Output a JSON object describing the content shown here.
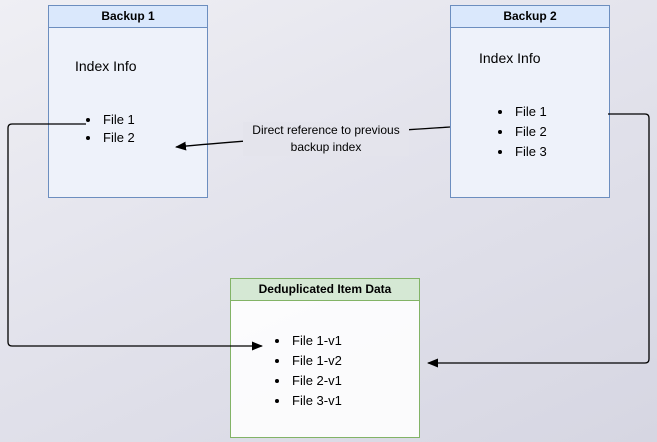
{
  "diagram": {
    "backup1": {
      "title": "Backup 1",
      "section_label": "Index Info",
      "files": [
        "File 1",
        "File 2"
      ]
    },
    "backup2": {
      "title": "Backup 2",
      "section_label": "Index Info",
      "files": [
        "File 1",
        "File 2",
        "File 3"
      ]
    },
    "dedup": {
      "title": "Deduplicated Item Data",
      "items": [
        "File 1-v1",
        "File 1-v2",
        "File 2-v1",
        "File 3-v1"
      ]
    },
    "edge_label": "Direct reference to previous backup index",
    "colors": {
      "backup_fill": "#dae8fc",
      "backup_border": "#6c8ebf",
      "dedup_header_fill": "#d5e8d4",
      "dedup_border": "#82b366",
      "arrow": "#000000",
      "background": "#e3e3ec"
    }
  }
}
